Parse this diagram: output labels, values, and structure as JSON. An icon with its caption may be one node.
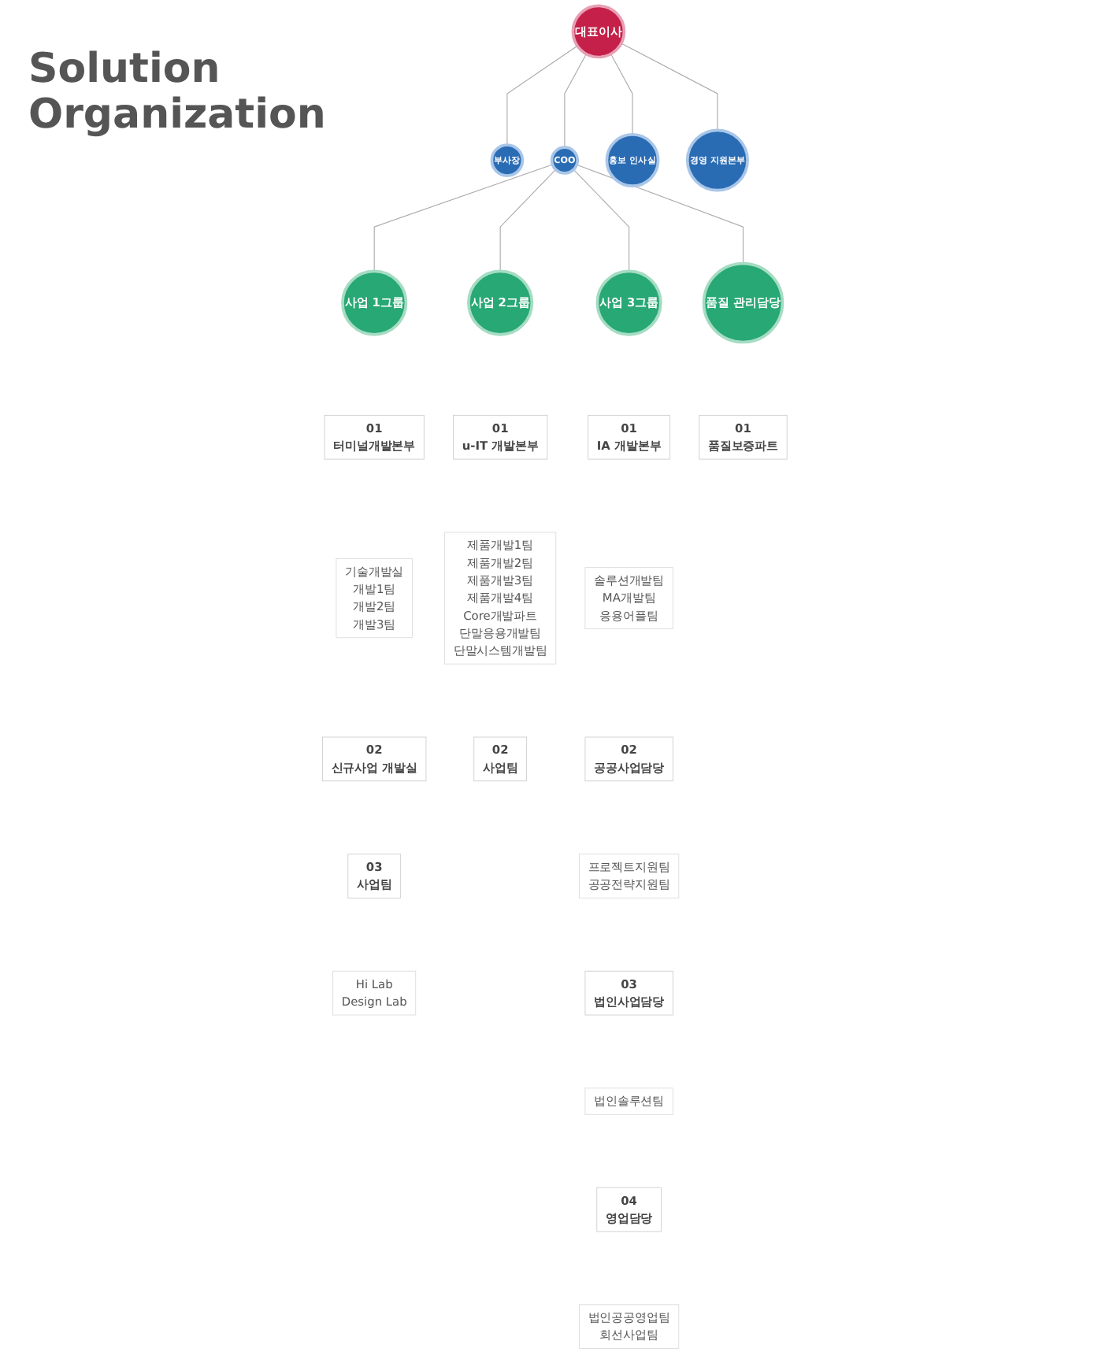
{
  "diagram": {
    "title": "Solution Organization",
    "nodes": [
      {
        "text": [
          "대표이사"
        ]
      },
      {
        "text": [
          "부사장"
        ]
      },
      {
        "text": [
          "COO"
        ]
      },
      {
        "text": [
          "홍보 인사실"
        ]
      },
      {
        "text": [
          "경영 지원본부"
        ]
      },
      {
        "text": [
          "사업 1그룹"
        ]
      },
      {
        "text": [
          "사업 2그룹"
        ]
      },
      {
        "text": [
          "사업 3그룹"
        ]
      },
      {
        "text": [
          "품질 관리담당"
        ]
      },
      {
        "text": [
          "01",
          "터미널개발본부"
        ]
      },
      {
        "text": [
          "기술개발실",
          "개발1팀",
          "개발2팀",
          "개발3팀"
        ]
      },
      {
        "text": [
          "02",
          "신규사업 개발실"
        ]
      },
      {
        "text": [
          "03",
          "사업팀"
        ]
      },
      {
        "text": [
          "Hi Lab",
          "Design Lab"
        ]
      },
      {
        "text": [
          "01",
          "u-IT 개발본부"
        ]
      },
      {
        "text": [
          "제품개발1팀",
          "제품개발2팀",
          "제품개발3팀",
          "제품개발4팀",
          "Core개발파트",
          "단말응용개발팀",
          "단말시스템개발팀"
        ]
      },
      {
        "text": [
          "02",
          "사업팀"
        ]
      },
      {
        "text": [
          "01",
          "IA 개발본부"
        ]
      },
      {
        "text": [
          "솔루션개발팀",
          "MA개발팀",
          "응용어플팀"
        ]
      },
      {
        "text": [
          "02",
          "공공사업담당"
        ]
      },
      {
        "text": [
          "프로젝트지원팀",
          "공공전략지원팀"
        ]
      },
      {
        "text": [
          "03",
          "법인사업담당"
        ]
      },
      {
        "text": [
          "법인솔루션팀"
        ]
      },
      {
        "text": [
          "04",
          "영업담당"
        ]
      },
      {
        "text": [
          "법인공공영업팀",
          "회선사업팀"
        ]
      },
      {
        "text": [
          "01",
          "품질보증파트"
        ]
      }
    ],
    "edges": [
      {
        "from": 0,
        "to": 1,
        "arrow": "none"
      },
      {
        "from": 0,
        "to": 2,
        "arrow": "none"
      },
      {
        "from": 0,
        "to": 3,
        "arrow": "none"
      },
      {
        "from": 0,
        "to": 4,
        "arrow": "none"
      },
      {
        "from": 2,
        "to": 5,
        "arrow": "none"
      },
      {
        "from": 2,
        "to": 6,
        "arrow": "none"
      },
      {
        "from": 2,
        "to": 7,
        "arrow": "none"
      },
      {
        "from": 2,
        "to": 8,
        "arrow": "none"
      }
    ]
  }
}
